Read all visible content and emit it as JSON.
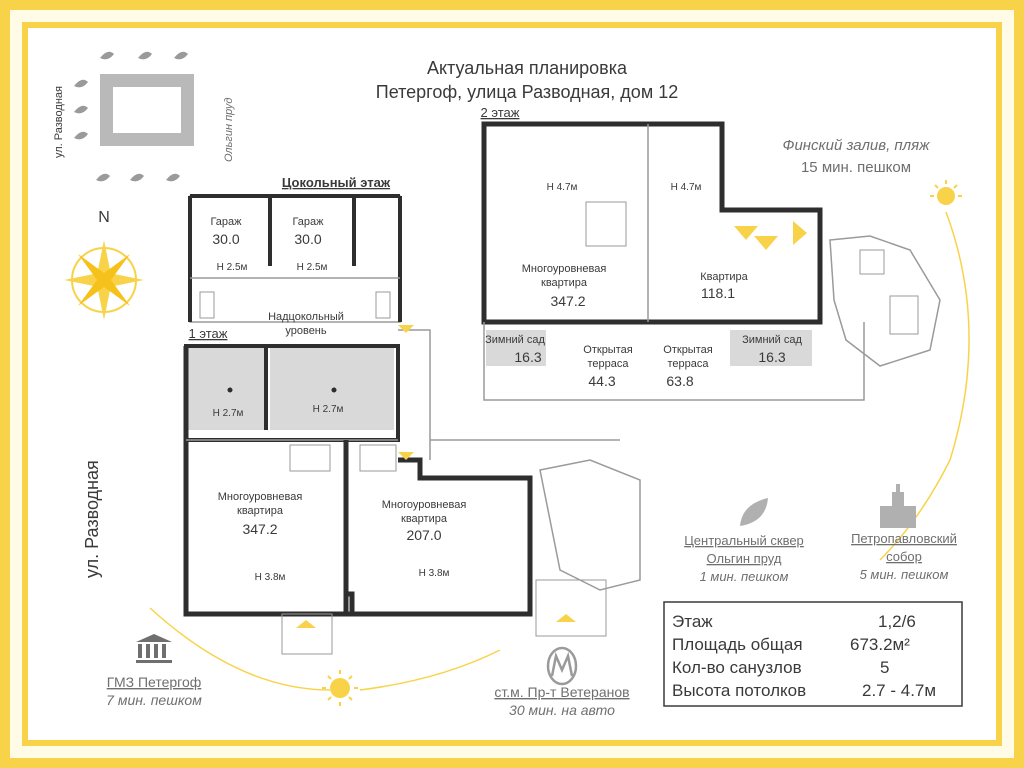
{
  "title": {
    "line1": "Актуальная планировка",
    "line2": "Петергоф, улица Разводная, дом 12"
  },
  "compass": {
    "north": "N"
  },
  "streets": {
    "top_left": "ул. Разводная",
    "pond": "Ольгин пруд",
    "left_big": "ул. Разводная"
  },
  "floor_labels": {
    "basement": "Цокольный этаж",
    "first": "1 этаж",
    "second": "2 этаж",
    "semi": [
      "Надцокольный",
      "уровень"
    ]
  },
  "basement": {
    "garage1": {
      "label": "Гараж",
      "area": "30.0",
      "height": "H 2.5м"
    },
    "garage2": {
      "label": "Гараж",
      "area": "30.0",
      "height": "H 2.5м"
    }
  },
  "first_floor": {
    "semi_left_height": "H 2.7м",
    "semi_right_height": "H 2.7м",
    "apt_left": {
      "label1": "Многоуровневая",
      "label2": "квартира",
      "area": "347.2",
      "height": "H 3.8м"
    },
    "apt_right": {
      "label1": "Многоуровневая",
      "label2": "квартира",
      "area": "207.0",
      "height": "H 3.8м"
    }
  },
  "second_floor": {
    "apt_left": {
      "label1": "Многоуровневая",
      "label2": "квартира",
      "area": "347.2",
      "height": "H 4.7м"
    },
    "apt_right": {
      "label": "Квартира",
      "area": "118.1",
      "height": "H 4.7м"
    },
    "winter_left": {
      "label": "Зимний сад",
      "area": "16.3"
    },
    "terrace_left": {
      "label1": "Открытая",
      "label2": "терраса",
      "area": "44.3"
    },
    "terrace_right": {
      "label1": "Открытая",
      "label2": "терраса",
      "area": "63.8"
    },
    "winter_right": {
      "label": "Зимний сад",
      "area": "16.3"
    }
  },
  "poi": {
    "gulf": {
      "name": "Финский залив, пляж",
      "time": "15 мин. пешком"
    },
    "square": {
      "name1": "Центральный сквер",
      "name2": "Ольгин пруд",
      "time": "1 мин. пешком"
    },
    "cathedral": {
      "name1": "Петропавловский",
      "name2": "собор",
      "time": "5 мин. пешком"
    },
    "museum": {
      "name": "ГМЗ Петергоф",
      "time": "7 мин. пешком"
    },
    "metro": {
      "name": "ст.м. Пр-т Ветеранов",
      "time": "30 мин. на авто",
      "icon": "metro-icon"
    }
  },
  "summary": {
    "rows": [
      {
        "label": "Этаж",
        "value": "1,2/6"
      },
      {
        "label": "Площадь общая",
        "value": "673.2м²"
      },
      {
        "label": "Кол-во санузлов",
        "value": "5"
      },
      {
        "label": "Высота потолков",
        "value": "2.7 - 4.7м"
      }
    ]
  },
  "colors": {
    "accent": "#f8d34a",
    "wall": "#2e2e2e",
    "outline": "#9a9a9a",
    "shade": "#d9d9d9"
  }
}
